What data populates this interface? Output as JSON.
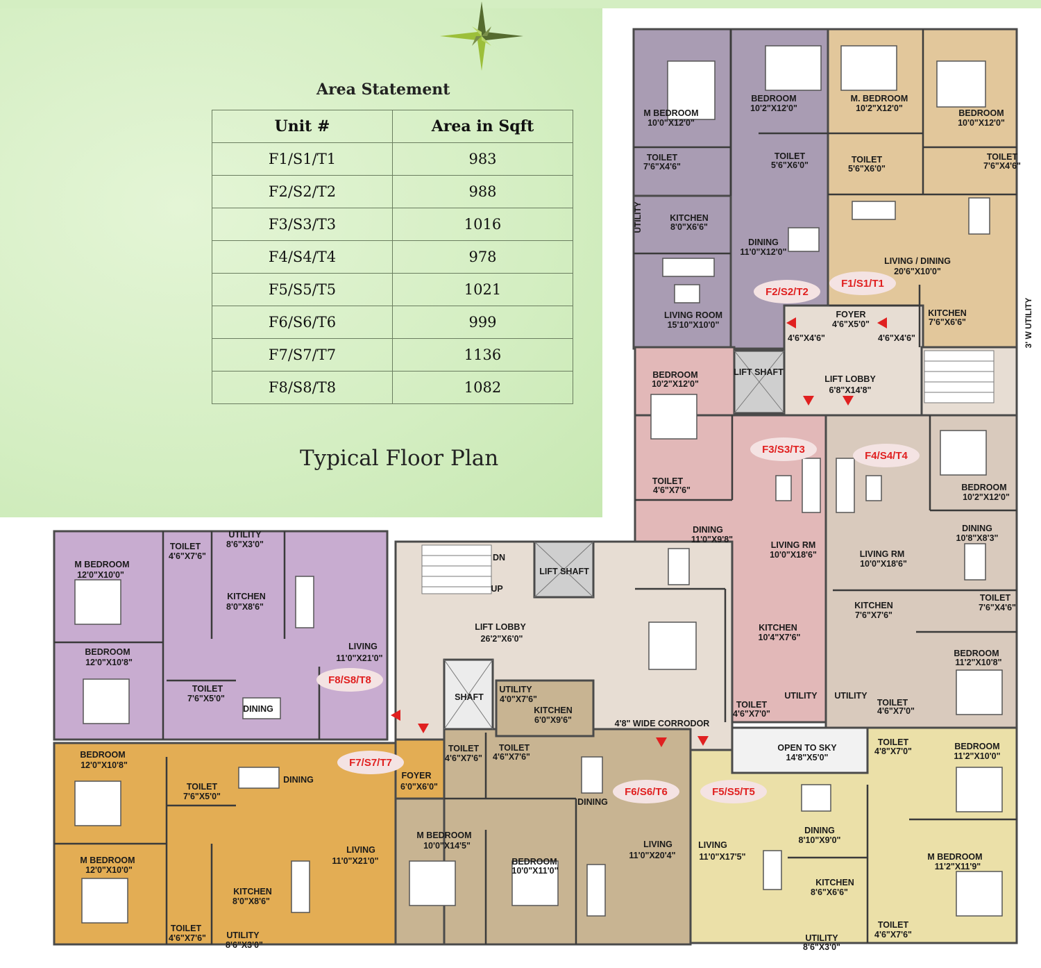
{
  "area_statement": {
    "title": "Area Statement",
    "headers": [
      "Unit #",
      "Area in Sqft"
    ],
    "rows": [
      {
        "unit": "F1/S1/T1",
        "area": "983"
      },
      {
        "unit": "F2/S2/T2",
        "area": "988"
      },
      {
        "unit": "F3/S3/T3",
        "area": "1016"
      },
      {
        "unit": "F4/S4/T4",
        "area": "978"
      },
      {
        "unit": "F5/S5/T5",
        "area": "1021"
      },
      {
        "unit": "F6/S6/T6",
        "area": "999"
      },
      {
        "unit": "F7/S7/T7",
        "area": "1136"
      },
      {
        "unit": "F8/S8/T8",
        "area": "1082"
      }
    ]
  },
  "plan_title": "Typical Floor Plan",
  "colors": {
    "f1": "#e2c79b",
    "f2": "#a99cb3",
    "f3": "#e2b8b8",
    "f4": "#d9cabd",
    "f5": "#ebe0a8",
    "f6": "#c8b492",
    "f7": "#e3ad54",
    "f8": "#c8acd0",
    "lobby": "#e7ddd3",
    "unit_label": "#e02020",
    "arrow": "#e02020"
  },
  "units": [
    {
      "id": "F1/S1/T1",
      "rooms": [
        {
          "name": "M. BEDROOM",
          "dim": "10'2\"X12'0\""
        },
        {
          "name": "BEDROOM",
          "dim": "10'0\"X12'0\""
        },
        {
          "name": "TOILET",
          "dim": "5'6\"X6'0\""
        },
        {
          "name": "TOILET",
          "dim": "7'6\"X4'6\""
        },
        {
          "name": "LIVING / DINING",
          "dim": "20'6\"X10'0\""
        },
        {
          "name": "FOYER",
          "dim": "4'6\"X5'0\""
        },
        {
          "name": "KITCHEN",
          "dim": "7'6\"X6'6\""
        }
      ]
    },
    {
      "id": "F2/S2/T2",
      "rooms": [
        {
          "name": "M BEDROOM",
          "dim": "10'0\"X12'0\""
        },
        {
          "name": "BEDROOM",
          "dim": "10'2\"X12'0\""
        },
        {
          "name": "TOILET",
          "dim": "7'6\"X4'6\""
        },
        {
          "name": "TOILET",
          "dim": "5'6\"X6'0\""
        },
        {
          "name": "KITCHEN",
          "dim": "8'0\"X6'6\""
        },
        {
          "name": "DINING",
          "dim": "11'0\"X12'0\""
        },
        {
          "name": "LIVING ROOM",
          "dim": "15'10\"X10'0\""
        }
      ]
    },
    {
      "id": "F3/S3/T3",
      "rooms": [
        {
          "name": "BEDROOM",
          "dim": "10'2\"X12'0\""
        },
        {
          "name": "TOILET",
          "dim": "4'6\"X7'6\""
        },
        {
          "name": "DINING",
          "dim": "11'0\"X9'8\""
        },
        {
          "name": "LIVING RM",
          "dim": "10'0\"X18'6\""
        },
        {
          "name": "KITCHEN",
          "dim": "10'4\"X7'6\""
        },
        {
          "name": "TOILET",
          "dim": "4'6\"X7'0\""
        }
      ]
    },
    {
      "id": "F4/S4/T4",
      "rooms": [
        {
          "name": "BEDROOM",
          "dim": "10'2\"X12'0\""
        },
        {
          "name": "DINING",
          "dim": "10'8\"X8'3\""
        },
        {
          "name": "LIVING RM",
          "dim": "10'0\"X18'6\""
        },
        {
          "name": "KITCHEN",
          "dim": "7'6\"X7'6\""
        },
        {
          "name": "TOILET",
          "dim": "7'6\"X4'6\""
        },
        {
          "name": "BEDROOM",
          "dim": "11'2\"X10'8\""
        },
        {
          "name": "TOILET",
          "dim": "4'6\"X7'0\""
        }
      ]
    },
    {
      "id": "F5/S5/T5",
      "rooms": [
        {
          "name": "TOILET",
          "dim": "4'8\"X7'0\""
        },
        {
          "name": "BEDROOM",
          "dim": "11'2\"X10'0\""
        },
        {
          "name": "DINING",
          "dim": "8'10\"X9'0\""
        },
        {
          "name": "LIVING",
          "dim": "11'0\"X17'5\""
        },
        {
          "name": "KITCHEN",
          "dim": "8'6\"X6'6\""
        },
        {
          "name": "M BEDROOM",
          "dim": "11'2\"X11'9\""
        },
        {
          "name": "TOILET",
          "dim": "4'6\"X7'6\""
        },
        {
          "name": "UTILITY",
          "dim": "8'6\"X3'0\""
        }
      ]
    },
    {
      "id": "F6/S6/T6",
      "rooms": [
        {
          "name": "UTILITY",
          "dim": "4'0\"X7'6\""
        },
        {
          "name": "KITCHEN",
          "dim": "6'0\"X9'6\""
        },
        {
          "name": "TOILET",
          "dim": "4'6\"X7'6\""
        },
        {
          "name": "DINING",
          "dim": ""
        },
        {
          "name": "BEDROOM",
          "dim": "10'0\"X11'0\""
        },
        {
          "name": "LIVING",
          "dim": "11'0\"X20'4\""
        }
      ]
    },
    {
      "id": "F7/S7/T7",
      "rooms": [
        {
          "name": "BEDROOM",
          "dim": "12'0\"X10'8\""
        },
        {
          "name": "TOILET",
          "dim": "7'6\"X5'0\""
        },
        {
          "name": "DINING",
          "dim": ""
        },
        {
          "name": "FOYER",
          "dim": "6'0\"X6'0\""
        },
        {
          "name": "TOILET",
          "dim": "4'6\"X7'6\""
        },
        {
          "name": "M BEDROOM",
          "dim": "10'0\"X14'5\""
        },
        {
          "name": "M BEDROOM",
          "dim": "12'0\"X10'0\""
        },
        {
          "name": "LIVING",
          "dim": "11'0\"X21'0\""
        },
        {
          "name": "KITCHEN",
          "dim": "8'0\"X8'6\""
        },
        {
          "name": "TOILET",
          "dim": "4'6\"X7'6\""
        },
        {
          "name": "UTILITY",
          "dim": "8'6\"X3'0\""
        }
      ]
    },
    {
      "id": "F8/S8/T8",
      "rooms": [
        {
          "name": "M BEDROOM",
          "dim": "12'0\"X10'0\""
        },
        {
          "name": "TOILET",
          "dim": "4'6\"X7'6\""
        },
        {
          "name": "UTILITY",
          "dim": "8'6\"X3'0\""
        },
        {
          "name": "KITCHEN",
          "dim": "8'0\"X8'6\""
        },
        {
          "name": "BEDROOM",
          "dim": "12'0\"X10'8\""
        },
        {
          "name": "TOILET",
          "dim": "7'6\"X5'0\""
        },
        {
          "name": "DINING",
          "dim": ""
        },
        {
          "name": "LIVING",
          "dim": "11'0\"X21'0\""
        }
      ]
    }
  ],
  "common": {
    "utility_3w": "3' W UTILITY",
    "lift_shaft": "LIFT SHAFT",
    "lift_lobby_top": {
      "name": "LIFT LOBBY",
      "dim": "6'8\"X14'8\""
    },
    "lift_lobby_bottom": {
      "name": "LIFT LOBBY",
      "dim": "26'2\"X6'0\""
    },
    "lobby_bays": "4'6\"X4'6\"",
    "shaft": "SHAFT",
    "stair_dn": "DN",
    "stair_up": "UP",
    "corridor": "4'8\" WIDE CORRODOR",
    "open_to_sky": {
      "name": "OPEN TO SKY",
      "dim": "14'8\"X5'0\""
    },
    "utility": "UTILITY",
    "utility_vertical": "UTILITY"
  }
}
